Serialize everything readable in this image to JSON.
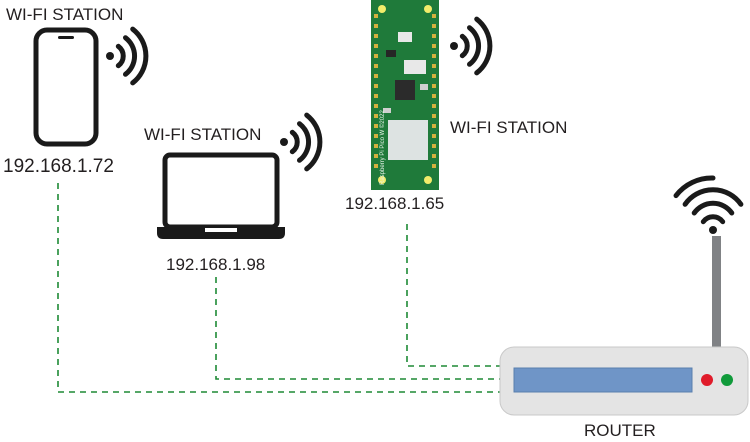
{
  "stations": [
    {
      "device": "smartphone",
      "role": "WI-FI STATION",
      "ip": "192.168.1.72"
    },
    {
      "device": "laptop",
      "role": "WI-FI STATION",
      "ip": "192.168.1.98"
    },
    {
      "device": "raspberry-pi-pico-w",
      "role": "WI-FI STATION",
      "ip": "192.168.1.65",
      "board_text": "Raspberry Pi Pico W ©2022"
    }
  ],
  "router": {
    "label": "ROUTER"
  },
  "colors": {
    "link": "#1e8a35",
    "board": "#1f7a3a",
    "router_body": "#e4e4e4",
    "router_panel": "#6f95c7",
    "led_red": "#e01b2a",
    "led_green": "#109a3a",
    "antenna": "#808285",
    "outline": "#1a1a1a"
  },
  "icons": [
    "smartphone-icon",
    "laptop-icon",
    "pico-board-icon",
    "router-icon",
    "wifi-signal-icon"
  ]
}
